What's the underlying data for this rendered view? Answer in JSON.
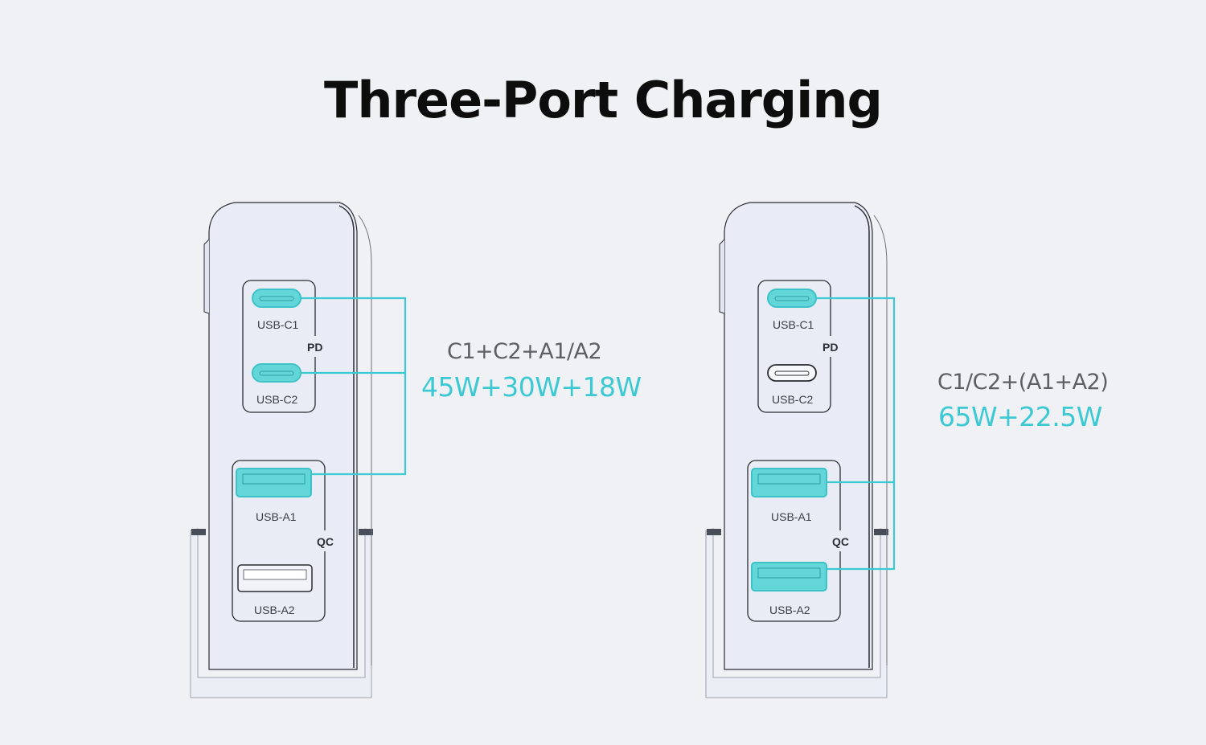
{
  "title": "Three-Port Charging",
  "colors": {
    "accent": "#3cc9d3",
    "port_active": "#62d6d9",
    "body": "#e9ebf6",
    "outline": "#2a2d33",
    "background": "#f0f1f5"
  },
  "ports": {
    "c1": "USB-C1",
    "c2": "USB-C2",
    "a1": "USB-A1",
    "a2": "USB-A2",
    "pd_group": "PD",
    "qc_group": "QC"
  },
  "modes": [
    {
      "combination": "C1+C2+A1/A2",
      "power": "45W+30W+18W",
      "active_ports": [
        "USB-C1",
        "USB-C2",
        "USB-A1"
      ]
    },
    {
      "combination": "C1/C2+(A1+A2)",
      "power": "65W+22.5W",
      "active_ports": [
        "USB-C1",
        "USB-A1",
        "USB-A2"
      ]
    }
  ]
}
